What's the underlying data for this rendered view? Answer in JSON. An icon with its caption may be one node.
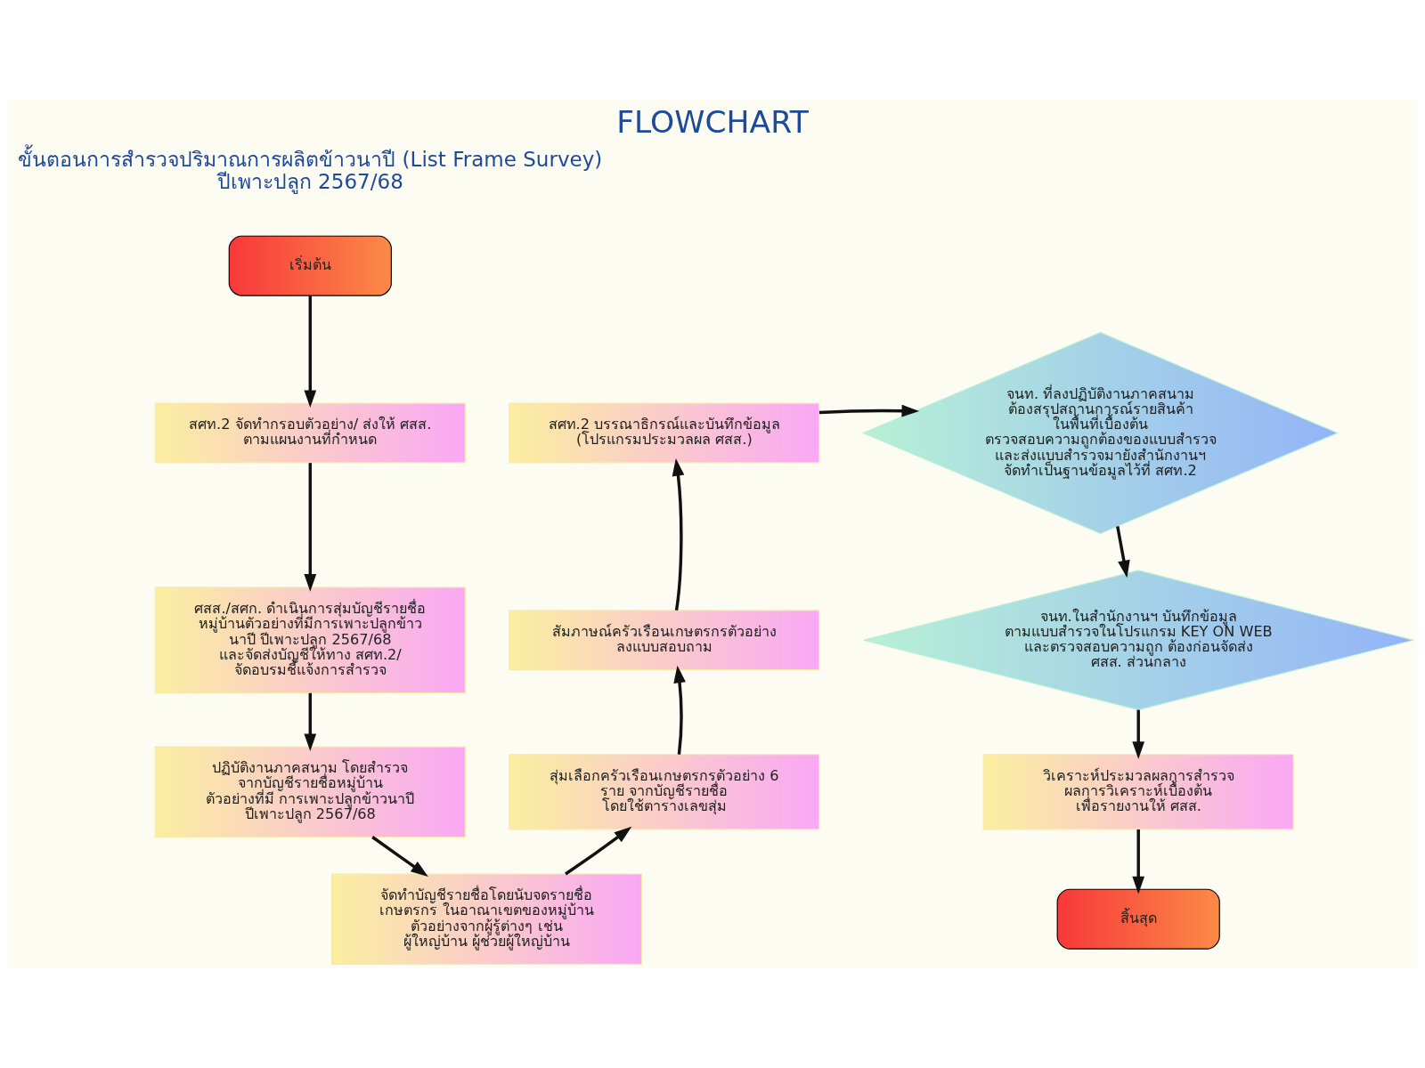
{
  "diagram": {
    "title": "FLOWCHART",
    "labels": [
      "ขั้นตอนการสำรวจปริมาณการผลิตข้าวนาปี (List Frame Survey) ปีเพาะปลูก 2567/68"
    ],
    "nodes": [
      {
        "text": [
          "เริ่มต้น"
        ]
      },
      {
        "text": [
          "สศท.2 จัดทำกรอบตัวอย่าง/ ส่งให้ ศสส. ตามแผนงานที่กำหนด"
        ]
      },
      {
        "text": [
          "ศสส./สศก. ดำเนินการสุ่มบัญชีรายชื่อ หมู่บ้านตัวอย่างที่มีการเพาะปลูกข้าวนาปี ปีเพาะปลูก 2567/68 และจัดส่งบัญชีให้ทาง สศท.2/ จัดอบรมชี้แจ้งการสำรวจ"
        ]
      },
      {
        "text": [
          "ปฏิบัติงานภาคสนาม โดยสำรวจ จากบัญชีรายชื่อหมู่บ้าน ตัวอย่างที่มี การเพาะปลูกข้าวนาปี ปีเพาะปลูก 2567/68"
        ]
      },
      {
        "text": [
          "จัดทำบัญชีรายชื่อโดยนับจดรายชื่อ เกษตรกร ในอาณาเขตของหมู่บ้าน ตัวอย่างจากผู้รู้ต่างๆ เช่น ผู้ใหญ่บ้าน ผู้ช่วยผู้ใหญ่บ้าน"
        ]
      },
      {
        "text": [
          "สุ่มเลือกครัวเรือนเกษตรกรตัวอย่าง 6 ราย จากบัญชีรายชื่อ โดยใช้ตารางเลขสุ่ม"
        ]
      },
      {
        "text": [
          "สัมภาษณ์ครัวเรือนเกษตรกรตัวอย่าง ลงแบบสอบถาม"
        ]
      },
      {
        "text": [
          "สศท.2 บรรณาธิกรณ์และบันทึกข้อมูล (โปรแกรมประมวลผล ศสส.)"
        ]
      },
      {
        "text": [
          "จนท. ที่ลงปฏิบัติงานภาคสนาม ต้องสรุปสถานการณ์รายสินค้า ในพื้นที่เบื้องต้น ตรวจสอบความถูกต้องของแบบสำรวจ และส่งแบบสำรวจมายังสำนักงานฯ จัดทำเป็นฐานข้อมูลไว้ที่ สศท.2"
        ]
      },
      {
        "text": [
          "จนท.ในสำนักงานฯ บันทึกข้อมูล ตามแบบสำรวจในโปรแกรม KEY ON WEB และตรวจสอบความถูก ต้องก่อนจัดส่ง ศสส. ส่วนกลาง"
        ]
      },
      {
        "text": [
          "วิเคราะห์ประมวลผลการสำรวจ ผลการวิเคราะห์เบื้องต้น เพื่อรายงานให้ ศสส."
        ]
      },
      {
        "text": [
          "สิ้นสุด"
        ]
      }
    ],
    "edges": [
      {
        "from": 0,
        "to": 1,
        "arrow": "to"
      },
      {
        "from": 1,
        "to": 2,
        "arrow": "to"
      },
      {
        "from": 2,
        "to": 3,
        "arrow": "to"
      },
      {
        "from": 3,
        "to": 4,
        "arrow": "to"
      },
      {
        "from": 4,
        "to": 5,
        "arrow": "to"
      },
      {
        "from": 5,
        "to": 6,
        "arrow": "to"
      },
      {
        "from": 6,
        "to": 7,
        "arrow": "to"
      },
      {
        "from": 7,
        "to": 8,
        "arrow": "to"
      },
      {
        "from": 8,
        "to": 9,
        "arrow": "to"
      },
      {
        "from": 9,
        "to": 10,
        "arrow": "to"
      },
      {
        "from": 10,
        "to": 11,
        "arrow": "to"
      }
    ]
  }
}
